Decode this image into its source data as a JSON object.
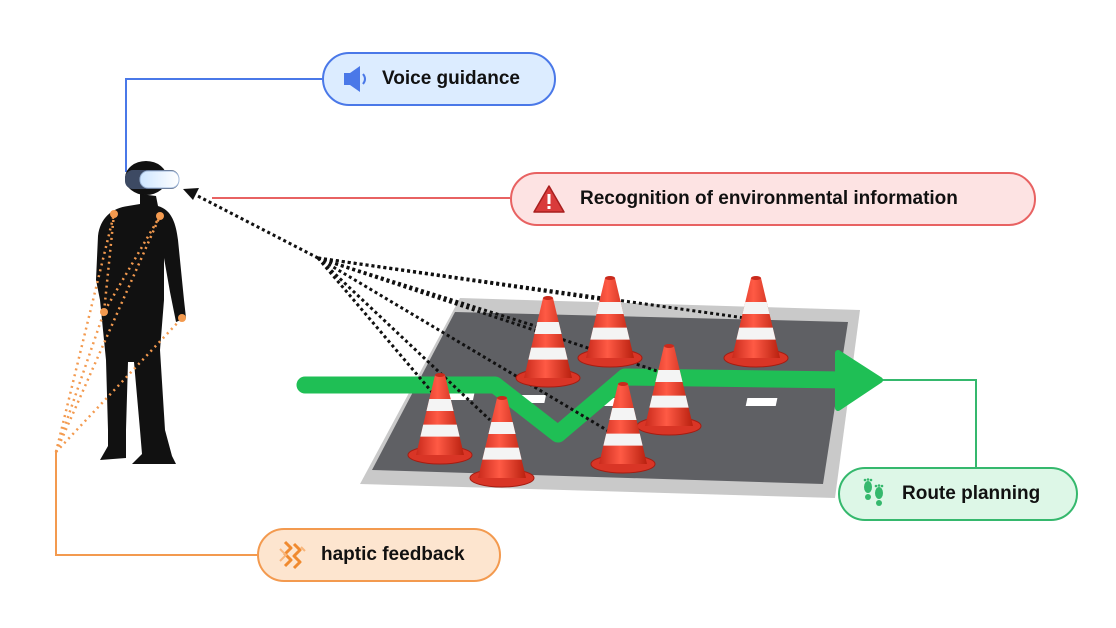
{
  "labels": {
    "voice": "Voice guidance",
    "recognition": "Recognition of environmental information",
    "route": "Route planning",
    "haptic": "haptic feedback"
  },
  "icons": {
    "voice": "speaker-icon",
    "recognition": "warning-triangle-icon",
    "route": "footprints-icon",
    "haptic": "vibration-icon"
  },
  "colors": {
    "voice": "#4a78e8",
    "recognition": "#e86262",
    "route": "#35b86d",
    "haptic": "#f39a4f",
    "road": "#5f6064",
    "cone": "#e8412f",
    "arrow": "#1fbf55"
  }
}
